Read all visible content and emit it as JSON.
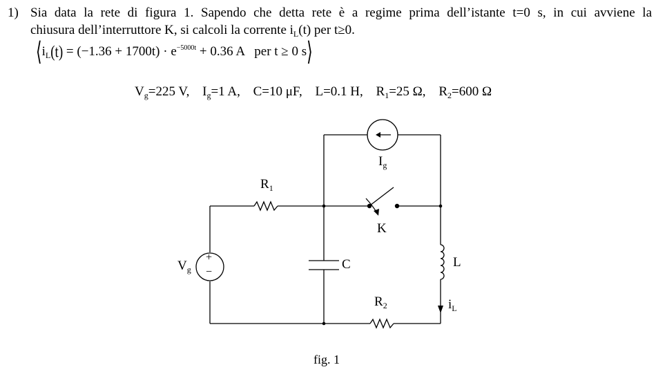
{
  "problem": {
    "number": "1)",
    "text_line1": "Sia data la rete di figura 1. Sapendo che detta rete è a regime prima dell’istante t=0 s, in cui avviene la",
    "text_line2_a": "chiusura dell’interruttore K, si calcoli la corrente i",
    "text_line2_sub": "L",
    "text_line2_b": "(t) per t≥0.",
    "answer": {
      "left_bracket": "⟨",
      "i": "i",
      "i_sub": "L",
      "paren_t": "(t)",
      "eq_expr": "= (−1.36 + 1700t) · e",
      "exponent": "−5000t",
      "const": "+ 0.36 A",
      "cond": "per t ≥ 0 s",
      "right_bracket": "⟩"
    }
  },
  "params": {
    "vg": "V",
    "vg_sub": "g",
    "vg_val": "=225 V,",
    "ig": "I",
    "ig_sub": "g",
    "ig_val": "=1 A,",
    "c": "C=10 μF,",
    "l": "L=0.1 H,",
    "r1": "R",
    "r1_sub": "1",
    "r1_val": "=25 Ω,",
    "r2": "R",
    "r2_sub": "2",
    "r2_val": "=600 Ω"
  },
  "circuit": {
    "R1": "R",
    "R1_sub": "1",
    "R2": "R",
    "R2_sub": "2",
    "Vg": "V",
    "Vg_sub": "g",
    "Ig": "I",
    "Ig_sub": "g",
    "C": "C",
    "L": "L",
    "K": "K",
    "iL": "i",
    "iL_sub": "L",
    "plus": "+",
    "minus": "−"
  },
  "caption": "fig. 1"
}
